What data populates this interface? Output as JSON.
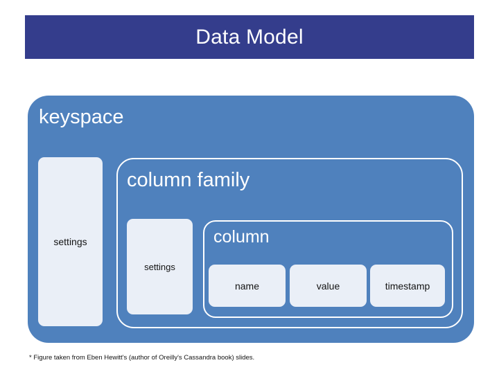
{
  "slide": {
    "title": "Data Model",
    "footnote": "* Figure taken from Eben Hewitt's (author of Oreilly's Cassandra book) slides.",
    "colors": {
      "title_band": "#343d8c",
      "title_text": "#ffffff",
      "keyspace_fill": "#4f81bd",
      "container_border": "#ffffff",
      "container_label_text": "#ffffff",
      "leaf_fill": "#eaeff7",
      "leaf_text": "#131313",
      "background": "#ffffff"
    }
  },
  "diagram": {
    "keyspace": {
      "label": "keyspace",
      "settings": {
        "label": "settings"
      },
      "column_family": {
        "label": "column family",
        "settings": {
          "label": "settings"
        },
        "column": {
          "label": "column",
          "fields": [
            {
              "label": "name"
            },
            {
              "label": "value"
            },
            {
              "label": "timestamp"
            }
          ]
        }
      }
    }
  }
}
